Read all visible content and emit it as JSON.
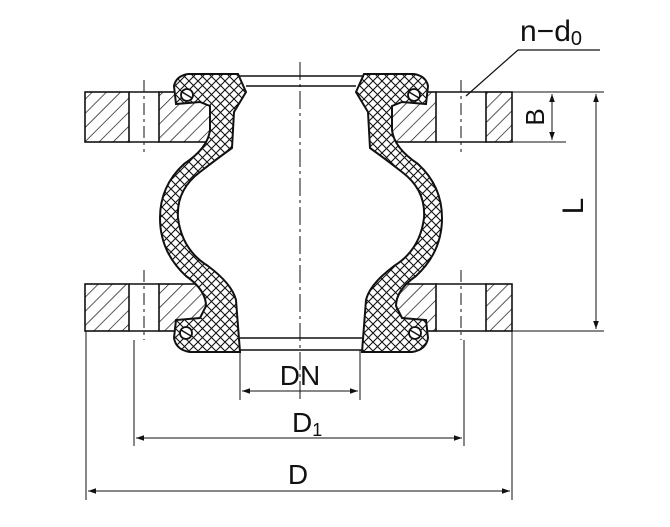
{
  "diagram": {
    "labels": {
      "holes": "n−d0",
      "holes_base": "n−d",
      "holes_sub": "0",
      "thickness": "B",
      "length": "L",
      "nominal_diameter": "DN",
      "bolt_circle_base": "D",
      "bolt_circle_sub": "1",
      "outer_diameter": "D"
    },
    "colors": {
      "line": "#111111",
      "background": "#ffffff"
    }
  }
}
